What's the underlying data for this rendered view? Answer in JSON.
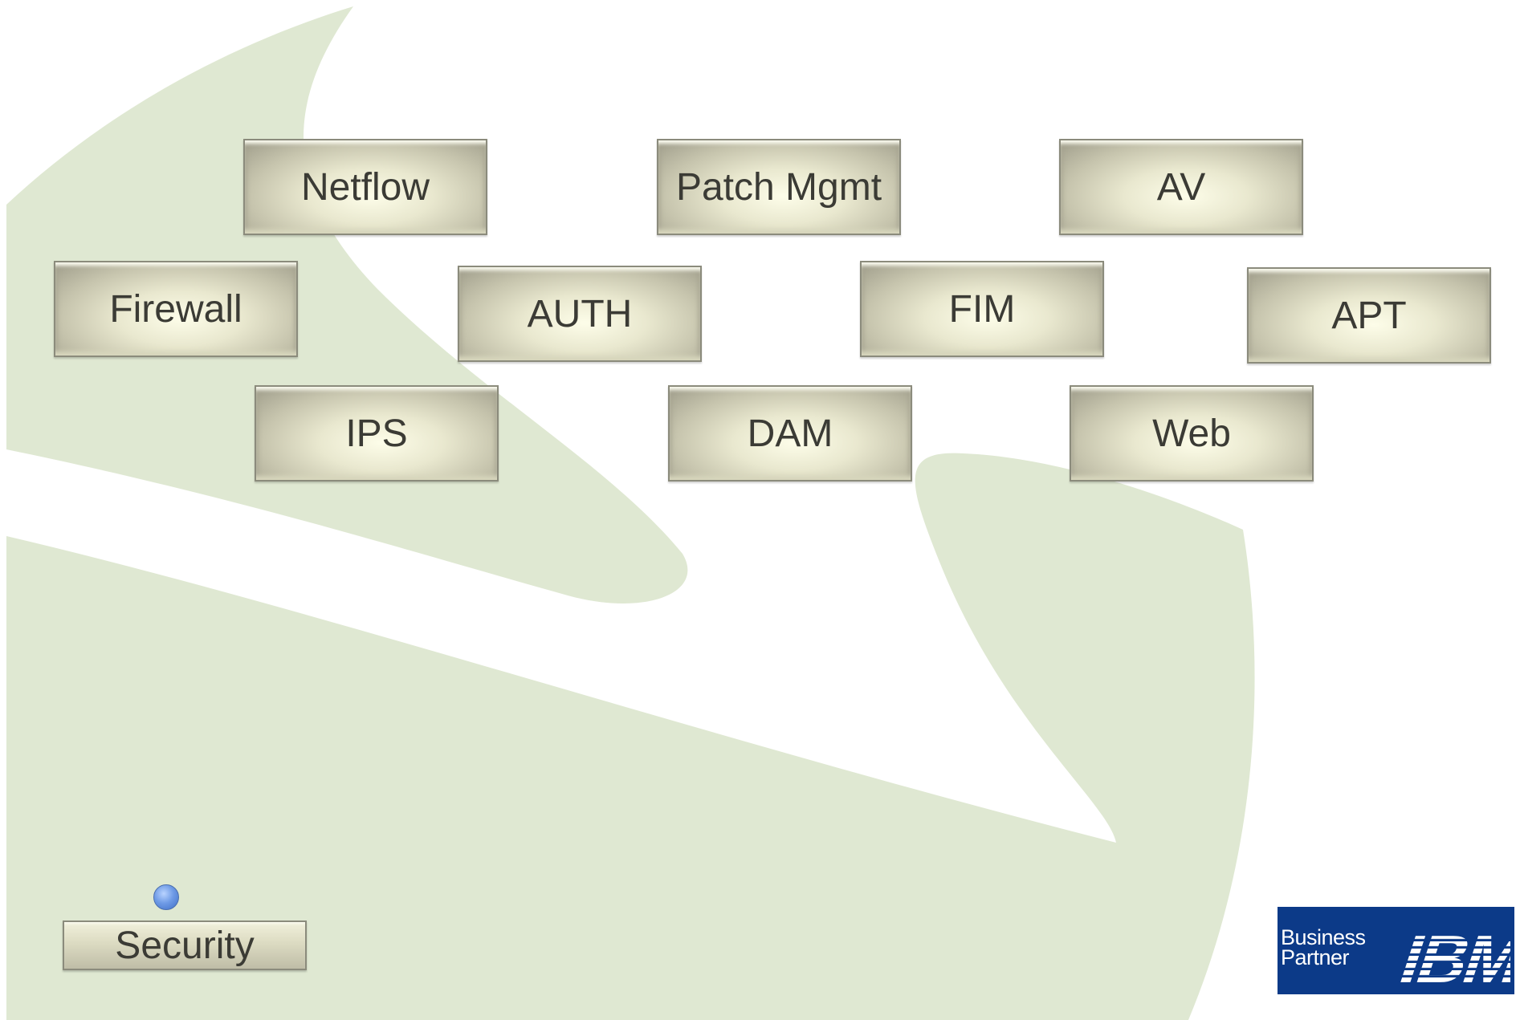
{
  "diagram": {
    "boxes": {
      "netflow": "Netflow",
      "patch": "Patch Mgmt",
      "av": "AV",
      "firewall": "Firewall",
      "auth": "AUTH",
      "fim": "FIM",
      "apt": "APT",
      "ips": "IPS",
      "dam": "DAM",
      "web": "Web"
    },
    "security_label": "Security"
  },
  "logo": {
    "line1": "Business",
    "line2": "Partner",
    "brand": "IBM"
  },
  "colors": {
    "background_green": "#dfe8d2",
    "box_highlight": "#fdfde9",
    "box_shadow": "#9e9c8a",
    "logo_blue": "#0c3a88",
    "dot_blue": "#6f9be6"
  }
}
